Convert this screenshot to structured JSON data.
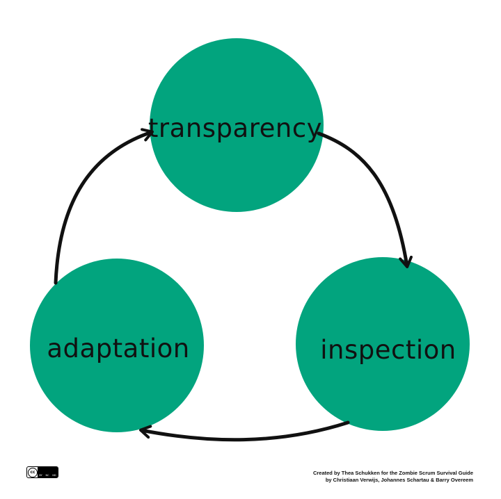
{
  "diagram": {
    "type": "cycle",
    "circle_color": "#02a47e",
    "arrow_color": "#111111",
    "nodes": [
      {
        "id": "transparency",
        "label": "transparency"
      },
      {
        "id": "inspection",
        "label": "inspection"
      },
      {
        "id": "adaptation",
        "label": "adaptation"
      }
    ],
    "edges": [
      {
        "from": "transparency",
        "to": "inspection"
      },
      {
        "from": "inspection",
        "to": "adaptation"
      },
      {
        "from": "adaptation",
        "to": "transparency"
      }
    ]
  },
  "license": {
    "icon": "creative-commons-by-nc-nd-badge",
    "cc": "cc",
    "by": "BY",
    "nc": "NC",
    "nd": "ND"
  },
  "credit": {
    "line1": "Created by Thea Schukken for the Zombie Scrum Survival Guide",
    "line2": "by Christiaan Verwijs, Johannes Schartau & Barry Overeem"
  }
}
